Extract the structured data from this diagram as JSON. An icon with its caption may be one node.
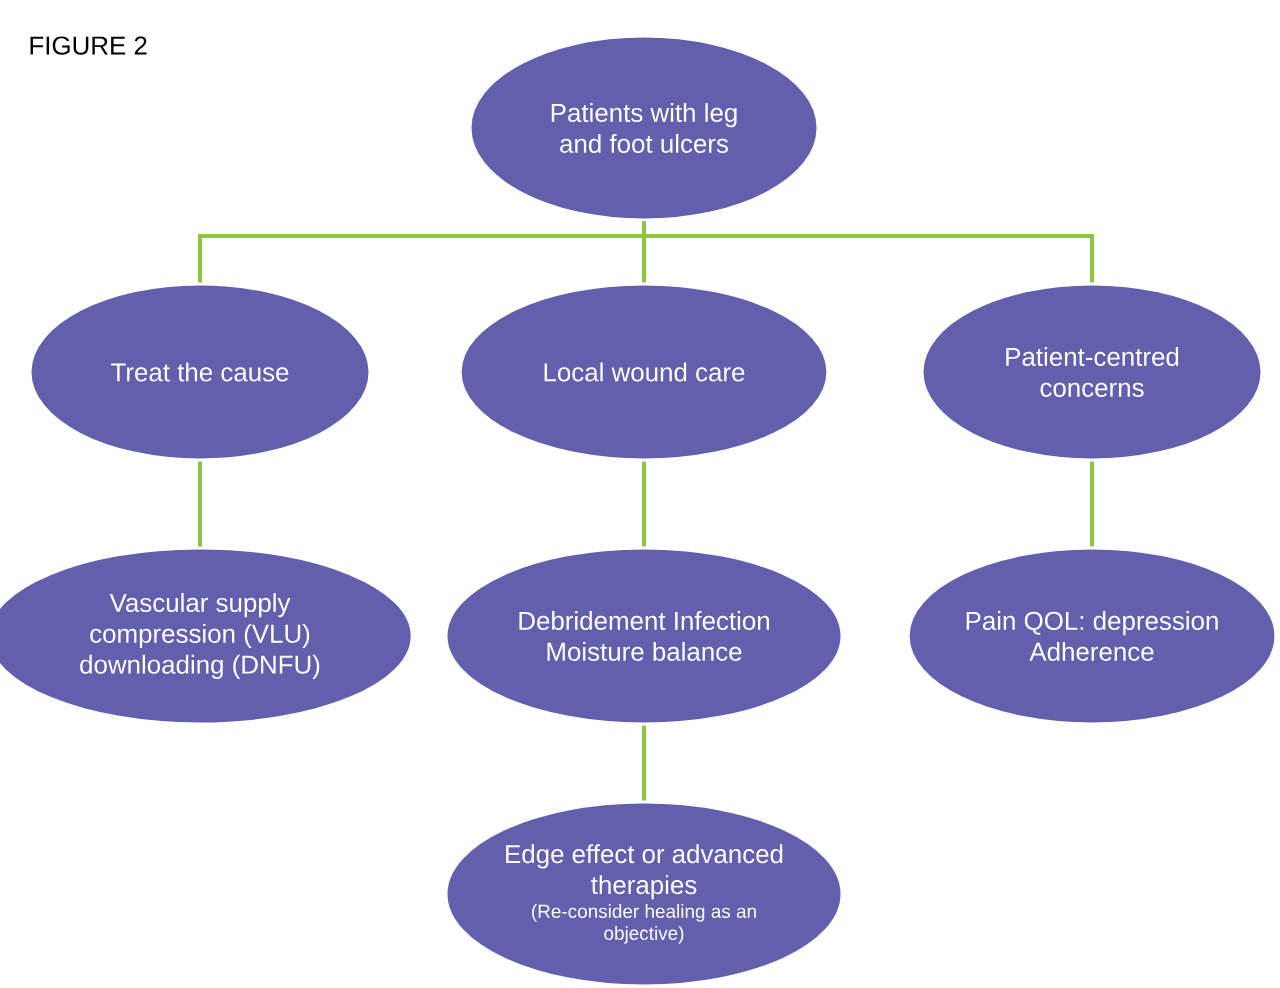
{
  "diagram": {
    "title": "FIGURE 2",
    "nodes": [
      {
        "text": [
          "Patients with leg and foot ulcers"
        ]
      },
      {
        "text": [
          "Treat the cause"
        ]
      },
      {
        "text": [
          "Local wound care"
        ]
      },
      {
        "text": [
          "Patient-centred concerns"
        ]
      },
      {
        "text": [
          "Vascular supply compression (VLU) downloading (DNFU)"
        ]
      },
      {
        "text": [
          "Debridement Infection Moisture balance"
        ]
      },
      {
        "text": [
          "Pain QOL: depression Adherence"
        ]
      },
      {
        "text": [
          "Edge effect or advanced therapies",
          "(Re-consider healing as an objective)"
        ]
      }
    ],
    "edges": [
      {
        "from": 0,
        "to": 1,
        "arrow": "none"
      },
      {
        "from": 0,
        "to": 2,
        "arrow": "none"
      },
      {
        "from": 0,
        "to": 3,
        "arrow": "none"
      },
      {
        "from": 1,
        "to": 4,
        "arrow": "none"
      },
      {
        "from": 2,
        "to": 5,
        "arrow": "none"
      },
      {
        "from": 3,
        "to": 6,
        "arrow": "none"
      },
      {
        "from": 5,
        "to": 7,
        "arrow": "none"
      }
    ]
  }
}
